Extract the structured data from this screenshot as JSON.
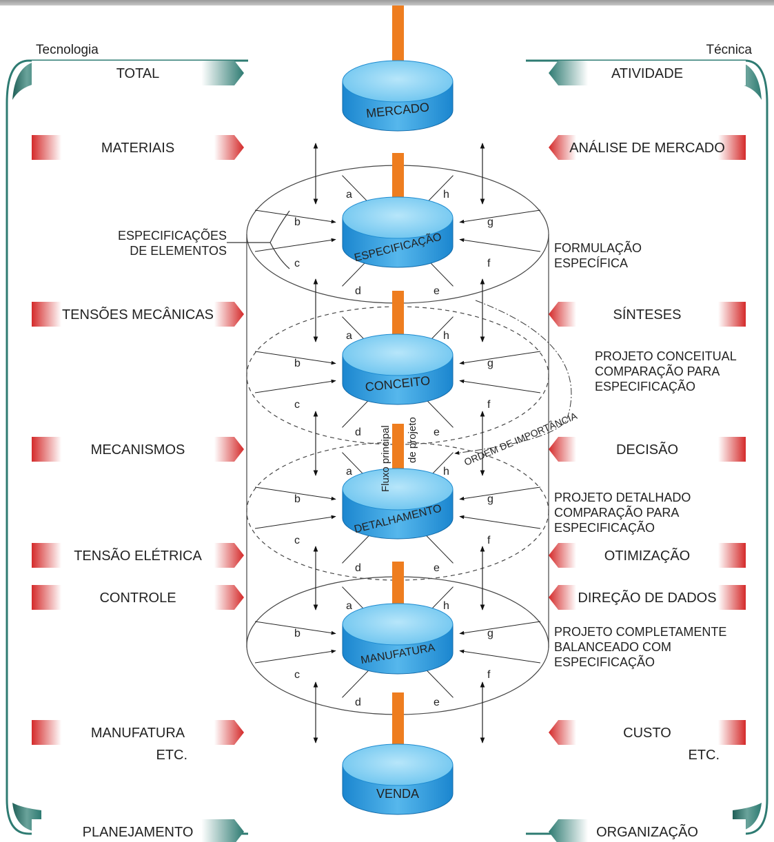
{
  "left": {
    "heading": "Tecnologia",
    "top_banner": "TOTAL",
    "bottom_banner": "PLANEJAMENTO",
    "items": [
      "MATERIAIS",
      "TENSÕES MECÂNICAS",
      "MECANISMOS",
      "TENSÃO ELÉTRICA",
      "CONTROLE",
      "MANUFATURA"
    ],
    "etc": "ETC."
  },
  "right": {
    "heading": "Técnica",
    "top_banner": "ATIVIDADE",
    "bottom_banner": "ORGANIZAÇÃO",
    "items": [
      "ANÁLISE DE MERCADO",
      "SÍNTESES",
      "DECISÃO",
      "OTIMIZAÇÃO",
      "DIREÇÃO DE DADOS",
      "CUSTO"
    ],
    "etc": "ETC."
  },
  "stages": [
    "MERCADO",
    "ESPECIFICAÇÃO",
    "CONCEITO",
    "DETALHAMENTO",
    "MANUFATURA",
    "VENDA"
  ],
  "spec_elements": [
    "ESPECIFICAÇÕES",
    "DE ELEMENTOS"
  ],
  "descriptions": [
    [
      "FORMULAÇÃO",
      "ESPECÍFICA"
    ],
    [
      "PROJETO CONCEITUAL",
      "COMPARAÇÃO PARA",
      "ESPECIFICAÇÃO"
    ],
    [
      "PROJETO DETALHADO",
      "COMPARAÇÃO PARA",
      "ESPECIFICAÇÃO"
    ],
    [
      "PROJETO COMPLETAMENTE",
      "BALANCEADO COM",
      "ESPECIFICAÇÃO"
    ]
  ],
  "flow_label": [
    "Fluxo principal",
    "de projeto"
  ],
  "importance_label": "ORDEM DE IMPORTÂNCIA",
  "interaction_letters": [
    "a",
    "b",
    "c",
    "d",
    "e",
    "f",
    "g",
    "h"
  ],
  "colors": {
    "arrow": "#ee7d1f",
    "disc_top": "#8fd3f3",
    "disc_side": "#1e8fd6",
    "banner_red": "#d42a2a",
    "banner_teal": "#2e7b72"
  }
}
